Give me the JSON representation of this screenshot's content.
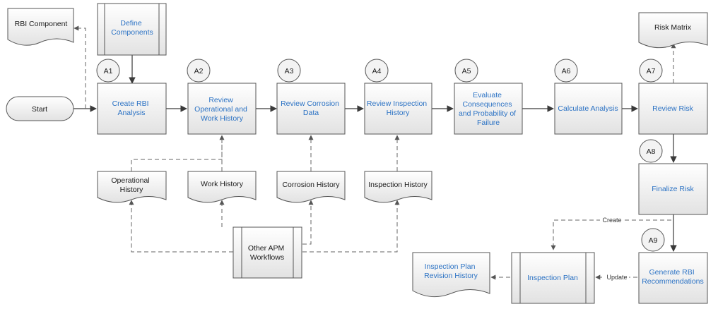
{
  "nodes": {
    "start": "Start",
    "rbi_component": "RBI Component",
    "define_components": [
      "Define",
      "Components"
    ],
    "create_rbi": [
      "Create RBI",
      "Analysis"
    ],
    "review_operational": [
      "Review",
      "Operational and",
      "Work History"
    ],
    "review_corrosion": [
      "Review Corrosion",
      "Data"
    ],
    "review_inspection": [
      "Review Inspection",
      "History"
    ],
    "evaluate_consequences": [
      "Evaluate",
      "Consequences",
      "and Probability of",
      "Failure"
    ],
    "calculate_analysis": "Calculate Analysis",
    "review_risk": "Review Risk",
    "risk_matrix": "Risk Matrix",
    "finalize_risk": "Finalize Risk",
    "generate_rbi": [
      "Generate RBI",
      "Recommendations"
    ],
    "inspection_plan": "Inspection Plan",
    "inspection_plan_revision": [
      "Inspection Plan",
      "Revision History"
    ],
    "operational_history": [
      "Operational",
      "History"
    ],
    "work_history": "Work History",
    "corrosion_history": "Corrosion History",
    "inspection_history": "Inspection History",
    "other_apm": [
      "Other APM",
      "Workflows"
    ]
  },
  "step_markers": [
    "A1",
    "A2",
    "A3",
    "A4",
    "A5",
    "A6",
    "A7",
    "A8",
    "A9"
  ],
  "edge_labels": {
    "create": "Create",
    "update": "Update"
  },
  "colors": {
    "link_text": "#2b72c4",
    "dark_text": "#1a1a1a",
    "box_fill_top": "#ffffff",
    "box_fill_bottom": "#e4e4e4",
    "stroke": "#555555"
  }
}
